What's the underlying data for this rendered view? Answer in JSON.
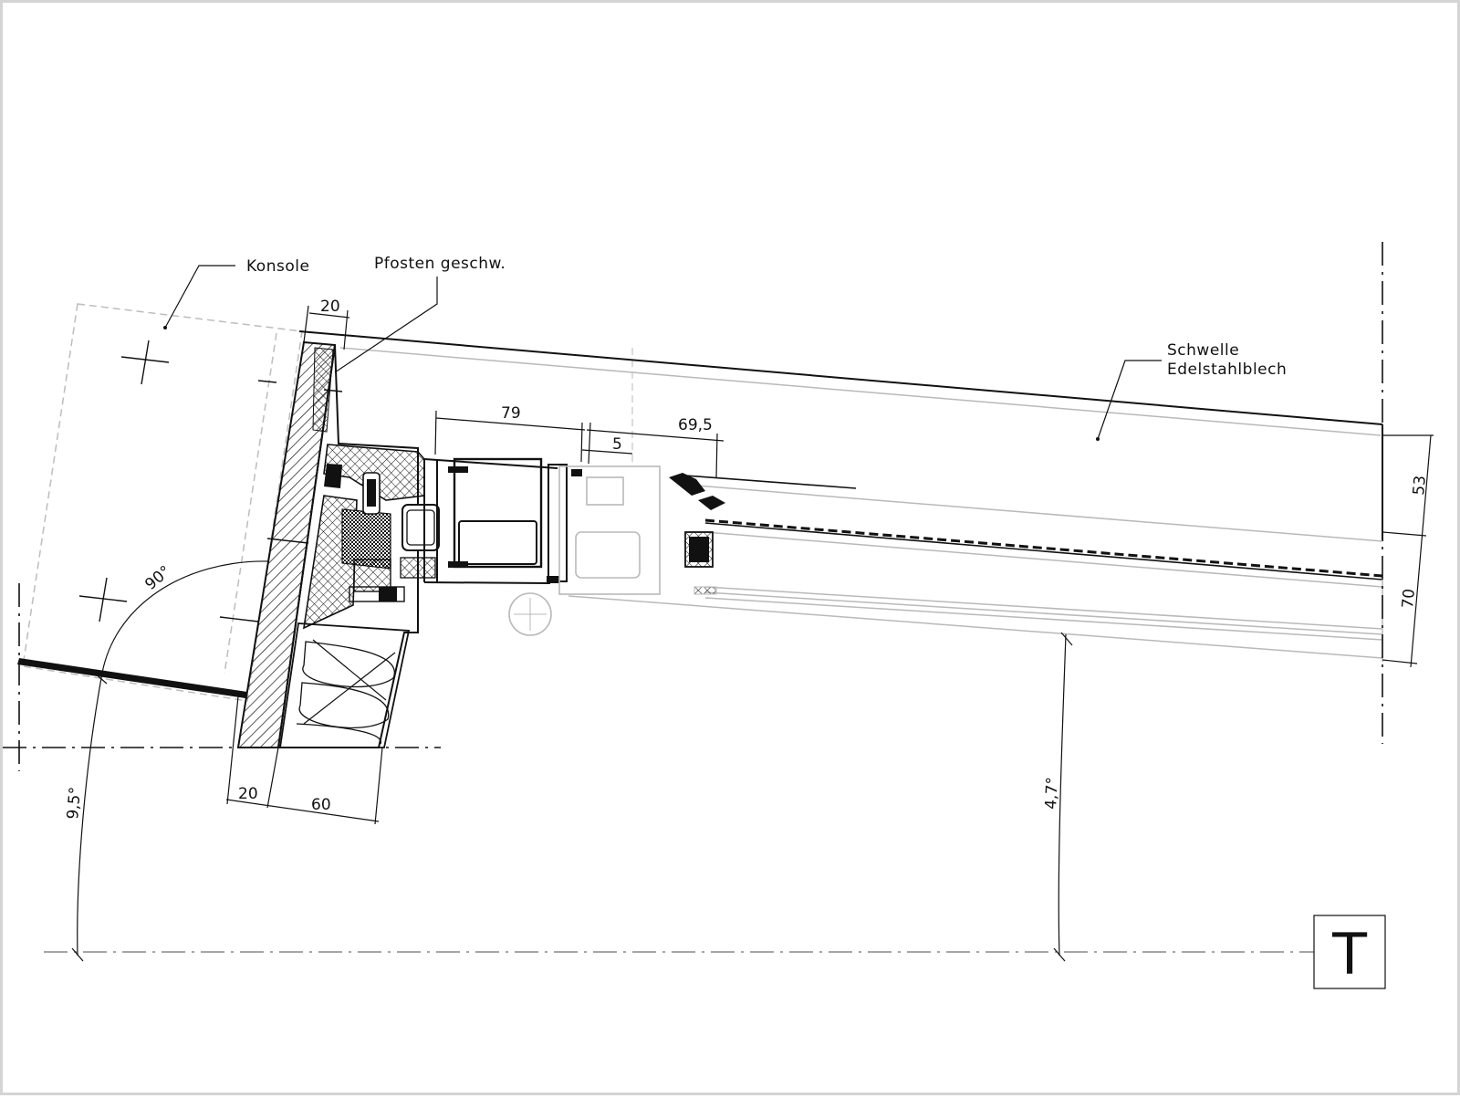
{
  "labels": {
    "konsole": "Konsole",
    "pfosten": "Pfosten geschw.",
    "schwelle_line1": "Schwelle",
    "schwelle_line2": "Edelstahlblech"
  },
  "dimensions": {
    "d20_top": "20",
    "d79": "79",
    "d5": "5",
    "d69_5": "69,5",
    "d53": "53",
    "d70": "70",
    "d20_bottom": "20",
    "d60": "60",
    "angle_90": "90°",
    "angle_9_5": "9,5°",
    "angle_4_7": "4,7°"
  },
  "title_block": {
    "letter": "T"
  },
  "colors": {
    "ink": "#111111",
    "light_line": "#b9b9b9",
    "frame": "#d4d4d4"
  }
}
